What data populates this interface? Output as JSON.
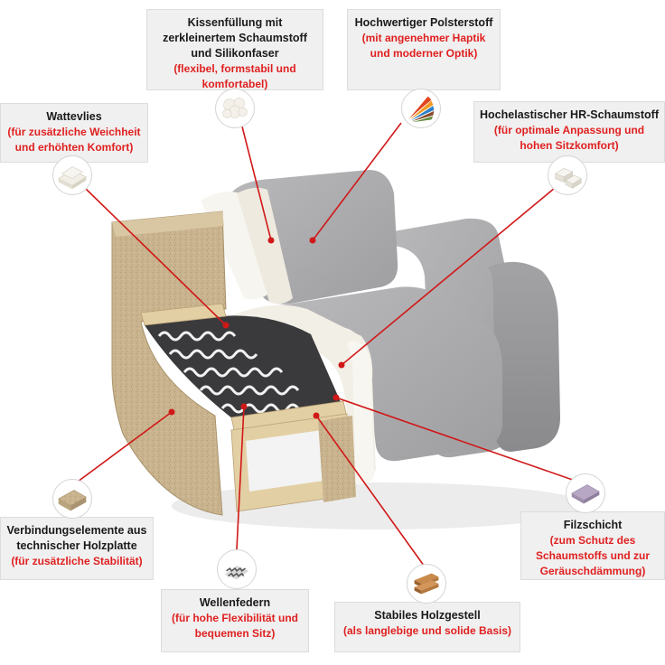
{
  "colors": {
    "accent_red": "#e02020",
    "text_dark": "#1a1a1a",
    "label_bg": "#f0f0f0",
    "fabric_grey": "#a9a9ab",
    "wood_board": "#c9b48f",
    "foam_white": "#f4f1ea"
  },
  "callouts": [
    {
      "id": "kissenfuellung",
      "title": "Kissenfüllung mit zerkleinertem Schaumstoff und Silikonfaser",
      "subtitle": "(flexibel, formstabil und komfortabel)",
      "icon": "shredded-foam-icon"
    },
    {
      "id": "polsterstoff",
      "title": "Hochwertiger Polsterstoff",
      "subtitle": "(mit angenehmer Haptik und moderner Optik)",
      "icon": "fabric-swatches-icon"
    },
    {
      "id": "wattevlies",
      "title": "Wattevlies",
      "subtitle": "(für zusätzliche Weichheit und erhöhten Komfort)",
      "icon": "wadding-icon"
    },
    {
      "id": "hr-schaumstoff",
      "title": "Hochelastischer HR-Schaumstoff",
      "subtitle": "(für optimale Anpassung und hohen Sitzkomfort)",
      "icon": "foam-blocks-icon"
    },
    {
      "id": "holzplatte",
      "title": "Verbindungselemente aus technischer Holzplatte",
      "subtitle": "(für zusätzliche Stabilität)",
      "icon": "chipboard-icon"
    },
    {
      "id": "filzschicht",
      "title": "Filzschicht",
      "subtitle": "(zum Schutz des Schaumstoffs und zur Geräuschdämmung)",
      "icon": "felt-layer-icon"
    },
    {
      "id": "wellenfedern",
      "title": "Wellenfedern",
      "subtitle": "(für hohe Flexibilität und bequemen Sitz)",
      "icon": "zigzag-spring-icon"
    },
    {
      "id": "holzgestell",
      "title": "Stabiles Holzgestell",
      "subtitle": "(als langlebige und solide Basis)",
      "icon": "wood-planks-icon"
    }
  ]
}
